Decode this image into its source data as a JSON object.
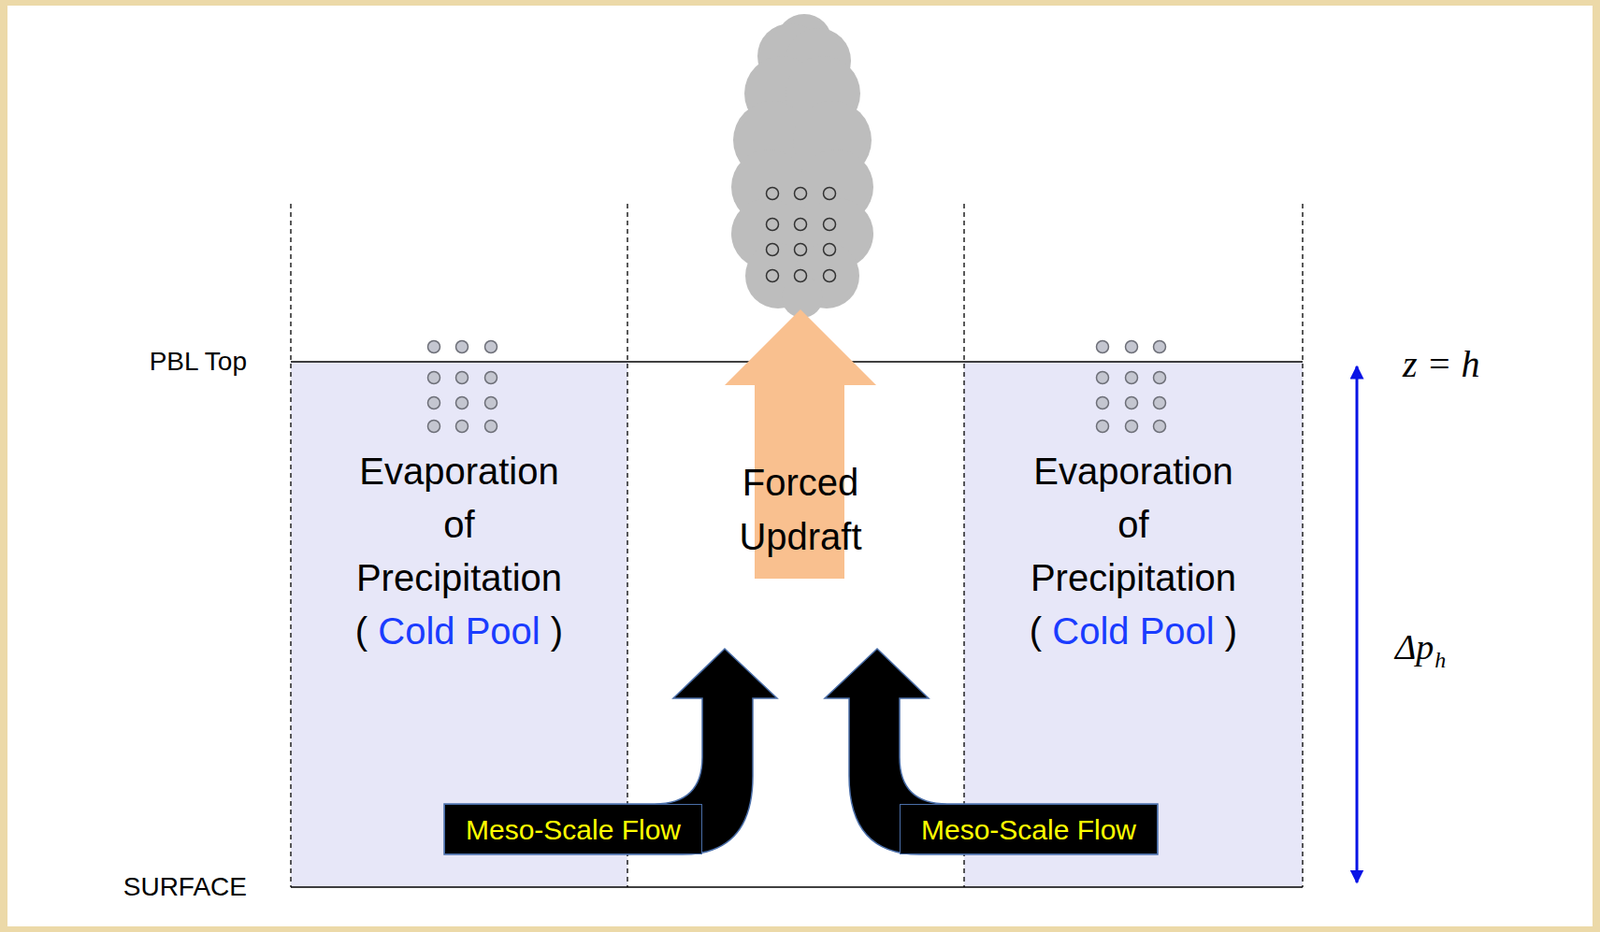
{
  "diagram": {
    "nodes": [
      {
        "text": [
          "Evaporation of Precipitation",
          "( Cold Pool )"
        ]
      },
      {
        "text": [
          "Forced Updraft"
        ]
      },
      {
        "text": [
          "Evaporation of Precipitation",
          "( Cold Pool )"
        ]
      },
      {
        "text": [
          "Meso-Scale Flow"
        ]
      },
      {
        "text": [
          "Meso-Scale Flow"
        ]
      }
    ],
    "labels": [
      "PBL Top",
      "SURFACE",
      "z = h",
      "Δp",
      "h"
    ]
  }
}
